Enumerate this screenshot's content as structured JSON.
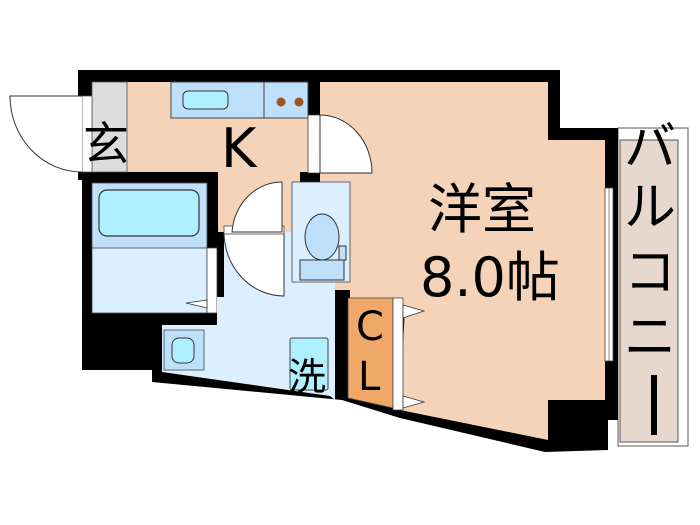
{
  "floorplan": {
    "rooms": {
      "entrance": {
        "label": "玄"
      },
      "kitchen": {
        "label": "K"
      },
      "western_room": {
        "label": "洋室",
        "size": "8.0帖"
      },
      "closet": {
        "label_1": "C",
        "label_2": "L"
      },
      "washing": {
        "label": "洗"
      },
      "balcony": {
        "label_chars": [
          "バ",
          "ル",
          "コ",
          "ニ",
          "ー"
        ]
      }
    },
    "colors": {
      "wall": "#000000",
      "kitchen_floor": "#f4d3b8",
      "entrance_floor": "#dcdcdc",
      "bath_floor": "#dcefff",
      "fixture_blue": "#bfe0fb",
      "tub_water": "#aef0ff",
      "closet": "#f0a868",
      "balcony": "#e6d8cf",
      "stove_burner": "#a0521c"
    }
  }
}
